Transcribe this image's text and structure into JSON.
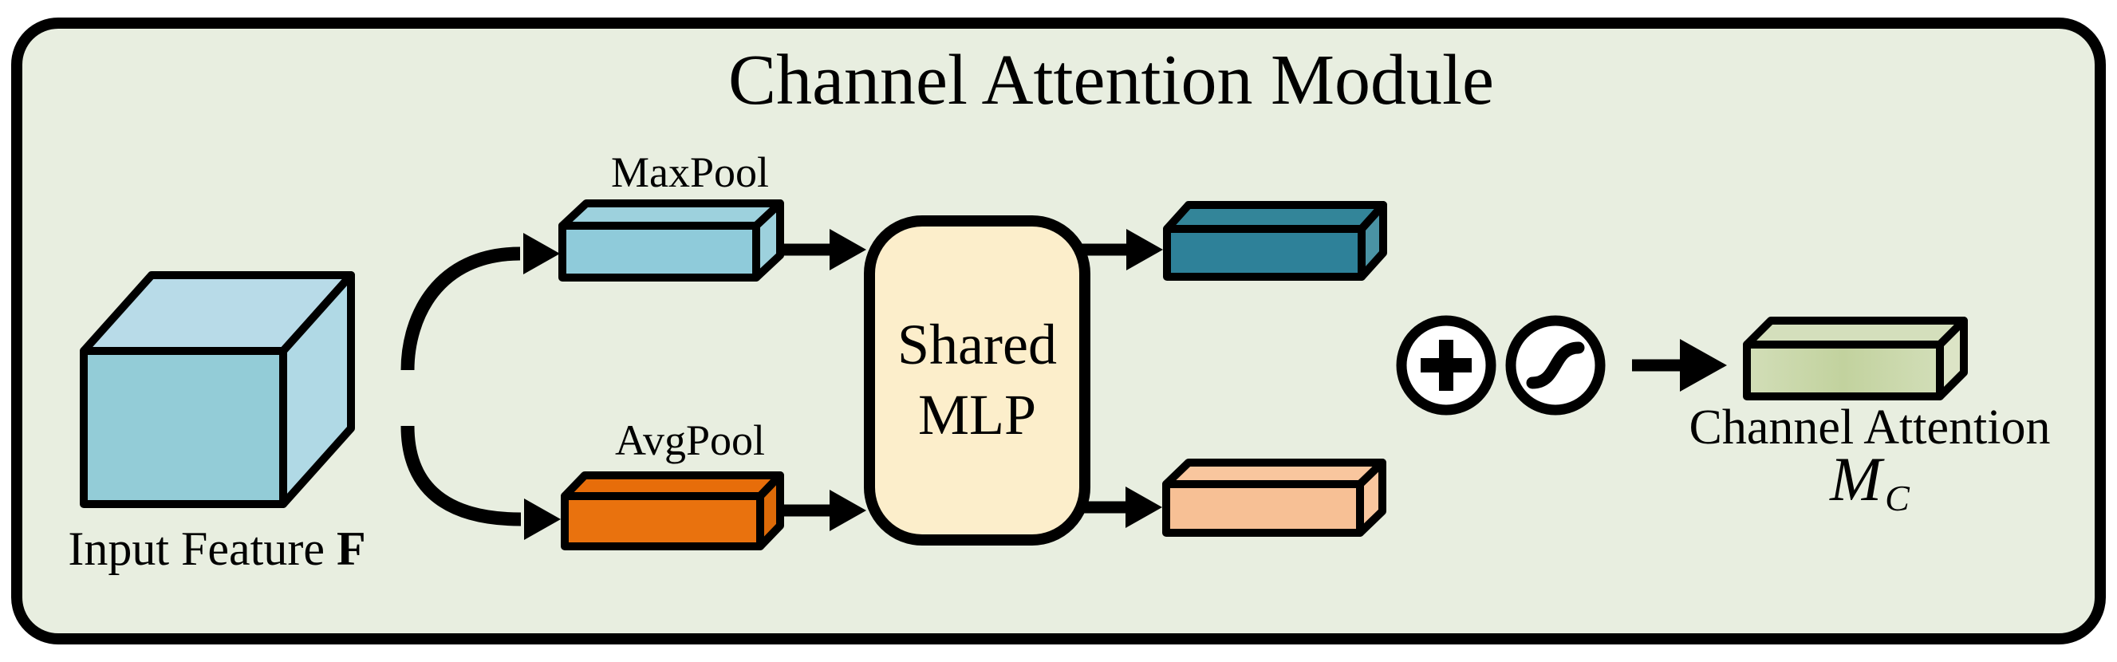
{
  "figure": {
    "title": "Channel Attention Module",
    "input": {
      "label": "Input Feature",
      "symbol": "F"
    },
    "pool_branches": [
      {
        "label": "MaxPool"
      },
      {
        "label": "AvgPool"
      }
    ],
    "mlp": {
      "label_line1": "Shared",
      "label_line2": "MLP"
    },
    "operators": [
      {
        "name": "elementwise-add",
        "icon": "add-icon"
      },
      {
        "name": "sigmoid-activation",
        "icon": "sigmoid-icon"
      }
    ],
    "output": {
      "label": "Channel Attention",
      "symbol": "M",
      "symbol_subscript": "C"
    },
    "colors": {
      "frame_bg": "#e8eee0",
      "stroke": "#000000",
      "cube_front": "#93ccd7",
      "cube_top": "#b8dbe8",
      "cube_side": "#b0d9e5",
      "maxpool_front": "#8fcbda",
      "maxpool_top": "#9dd1dd",
      "maxpool_side": "#9dd1dd",
      "avgpool_front": "#e9720e",
      "avgpool_top": "#e76d0a",
      "avgpool_side": "#dd6a08",
      "mlp_fill": "#fceecb",
      "max_out_front": "#2e8199",
      "max_out_top": "#338599",
      "max_out_side": "#4a93a4",
      "avg_out_front": "#f7c095",
      "avg_out_top": "#f9c69e",
      "avg_out_side": "#f9c69e",
      "attention_edge": "#d2deb8",
      "attention_mid": "#c2d29e",
      "attention_top": "#d4dfbc",
      "attention_side": "#dce4c6",
      "operator_fill": "#ffffff"
    }
  }
}
